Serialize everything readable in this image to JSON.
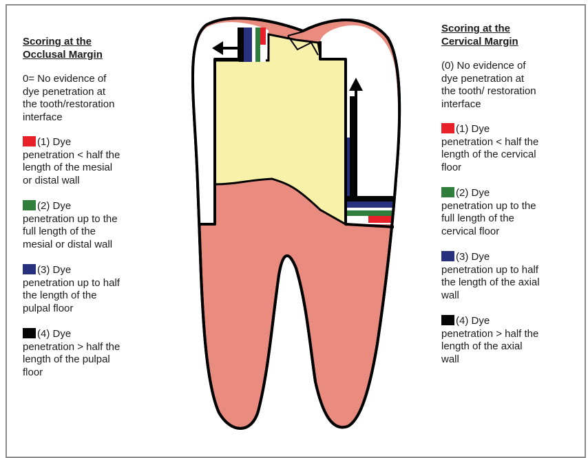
{
  "colors": {
    "restoration": "#f8f1a9",
    "tooth": "#e98b7f",
    "red": "#e8202a",
    "green": "#2f7e3c",
    "blue": "#27317e",
    "black": "#050505"
  },
  "occlusal": {
    "heading": "Scoring at the\nOcclusal Margin",
    "intro": "0= No evidence of\ndye penetration at\nthe tooth/restoration\ninterface",
    "items": [
      {
        "swatch": "red",
        "first": "(1) Dye",
        "text": "penetration < half the\nlength of the mesial\nor distal wall"
      },
      {
        "swatch": "green",
        "first": "(2) Dye",
        "text": "penetration up to the\nfull length of the\nmesial or distal wall"
      },
      {
        "swatch": "blue",
        "first": "(3) Dye",
        "text": "penetration up to half\nthe length of the\npulpal floor"
      },
      {
        "swatch": "black",
        "first": "(4) Dye",
        "text": "penetration > half the\nlength of the pulpal\nfloor"
      }
    ]
  },
  "cervical": {
    "heading": "Scoring at the\nCervical Margin",
    "intro": "(0) No evidence of\ndye penetration at\nthe tooth/ restoration\ninterface",
    "items": [
      {
        "swatch": "red",
        "first": "(1) Dye",
        "text": "penetration < half the\nlength of the cervical\nfloor"
      },
      {
        "swatch": "green",
        "first": "(2) Dye",
        "text": "penetration up to the\nfull length of the\ncervical floor"
      },
      {
        "swatch": "blue",
        "first": "(3) Dye",
        "text": "penetration up to half\nthe length of the axial\nwall"
      },
      {
        "swatch": "black",
        "first": "(4) Dye",
        "text": "penetration > half the\nlength of the axial\nwall"
      }
    ]
  }
}
